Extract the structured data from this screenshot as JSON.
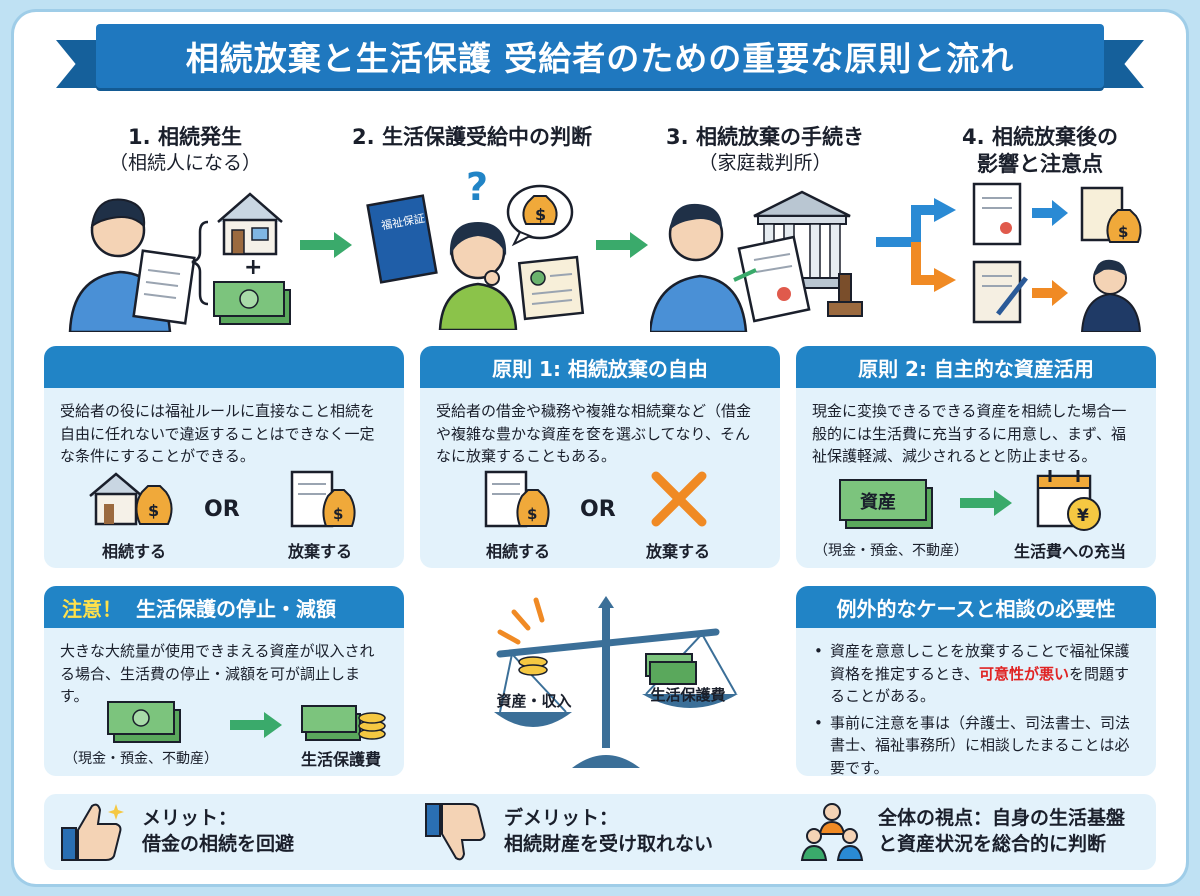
{
  "title": "相続放棄と生活保護 受給者のための重要な原則と流れ",
  "steps": [
    {
      "title": "1. 相続発生",
      "sub": "（相続人になる）"
    },
    {
      "title": "2. 生活保護受給中の判断",
      "sub": ""
    },
    {
      "title": "3. 相続放棄の手続き",
      "sub": "（家庭裁判所）"
    },
    {
      "title": "4. 相続放棄後の",
      "sub": "影響と注意点"
    }
  ],
  "step_icons": {
    "book_label": "福祉保証",
    "question_mark": "?",
    "dollar": "$",
    "plus": "+"
  },
  "cards": {
    "intro": {
      "heading": "",
      "text": "受給者の役には福祉ルールに直接なこと相続を自由に任れないで違返することはできなく一定な条件にすることができる。",
      "left_label": "相続する",
      "or": "OR",
      "right_label": "放棄する"
    },
    "principle1": {
      "heading": "原則 1: 相続放棄の自由",
      "text": "受給者の借金や穢務や複雑な相続棄など（借金や複雑な豊かな資産を奁を選ぶしてなり、そんなに放棄することもある。",
      "left_label": "相続する",
      "or": "OR",
      "right_label": "放棄する"
    },
    "principle2": {
      "heading": "原則 2: 自主的な資産活用",
      "text": "現金に変換できるできる資産を相続した場合一般的には生活費に充当するに用意し、まず、福祉保護軽減、減少されるとと防止ませる。",
      "asset_word": "資産",
      "asset_caption": "（現金・預金、不動産）",
      "yen": "¥",
      "result_caption": "生活費への充当"
    },
    "caution": {
      "prefix": "注意！",
      "heading": "生活保護の停止・減額",
      "text": "大きな大統量が使用できまえる資産が収入される場合、生活費の停止・減額を可が調止します。",
      "left_caption": "（現金・預金、不動産）",
      "right_caption": "生活保護費"
    },
    "scale": {
      "left_label": "資産・収入",
      "right_label": "生活保護費"
    },
    "exception": {
      "heading": "例外的なケースと相談の必要性",
      "bullet1_a": "資産を意意しことを放棄することで福祉保護資格を推定するとき、",
      "bullet1_red": "可意性が悪い",
      "bullet1_b": "を問題することがある。",
      "bullet2": "事前に注意を事は（弁護士、司法書士、司法書士、福祉事務所）に相談したまることは必要です。"
    }
  },
  "bottom": {
    "merit": {
      "label": "メリット：",
      "text": "借金の相続を回避"
    },
    "demerit": {
      "label": "デメリット：",
      "text": "相続財産を受け取れない"
    },
    "overall": {
      "label": "全体の視点：自身の生活基盤",
      "text": "と資産状況を総合的に判断"
    }
  },
  "colors": {
    "header_blue": "#2184c6",
    "ribbon_blue": "#1f78bf",
    "card_bg": "#e3f2fb",
    "arrow_green": "#3aaa6b",
    "arrow_orange": "#f08a24",
    "arrow_blue": "#2a8ad4",
    "warning_yellow": "#ffe14a",
    "alert_red": "#e02424"
  }
}
